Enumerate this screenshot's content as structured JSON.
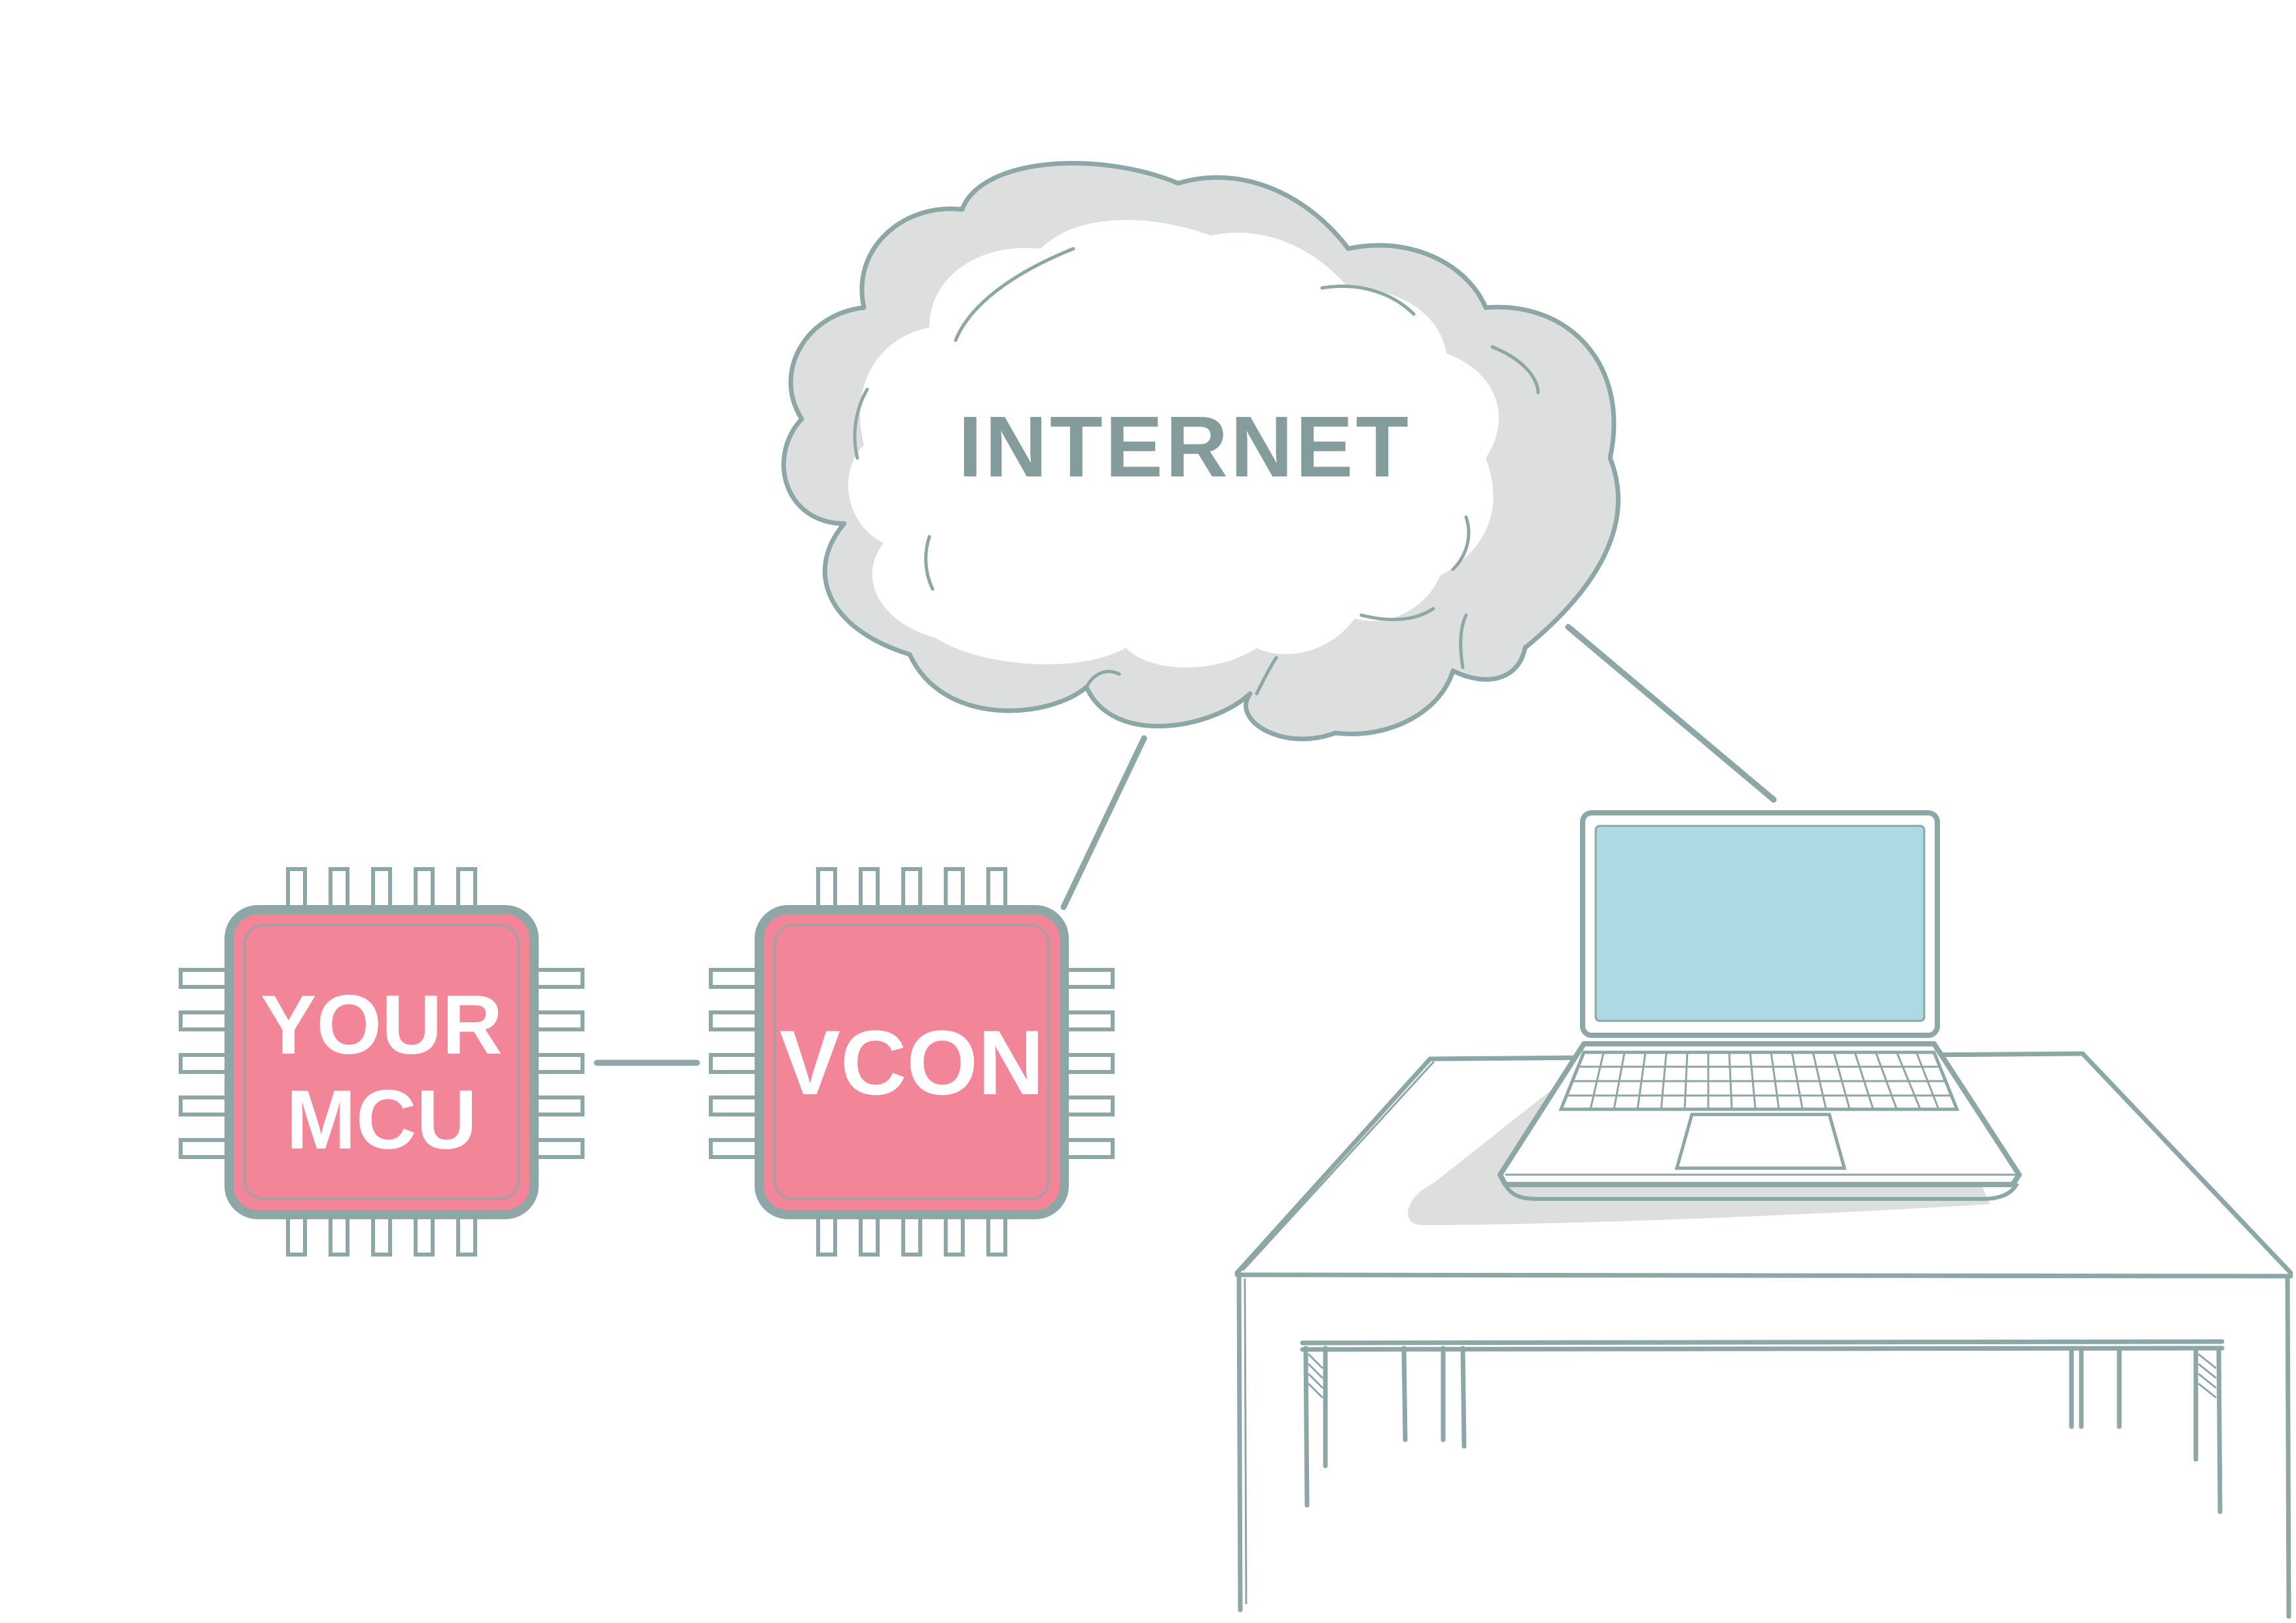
{
  "diagram": {
    "cloud": {
      "label": "INTERNET"
    },
    "chips": [
      {
        "id": "mcu",
        "lines": [
          "YOUR",
          "MCU"
        ]
      },
      {
        "id": "vcon",
        "lines": [
          "VCON"
        ]
      }
    ],
    "colors": {
      "outline": "#8da6a6",
      "chip_fill": "#f28597",
      "cloud_fill": "#ffffff",
      "cloud_shade": "#dcdfde",
      "screen": "#acdae4",
      "shadow": "#dcdfde",
      "label_text": "#ffffff",
      "cloud_text": "#859c9c"
    }
  }
}
